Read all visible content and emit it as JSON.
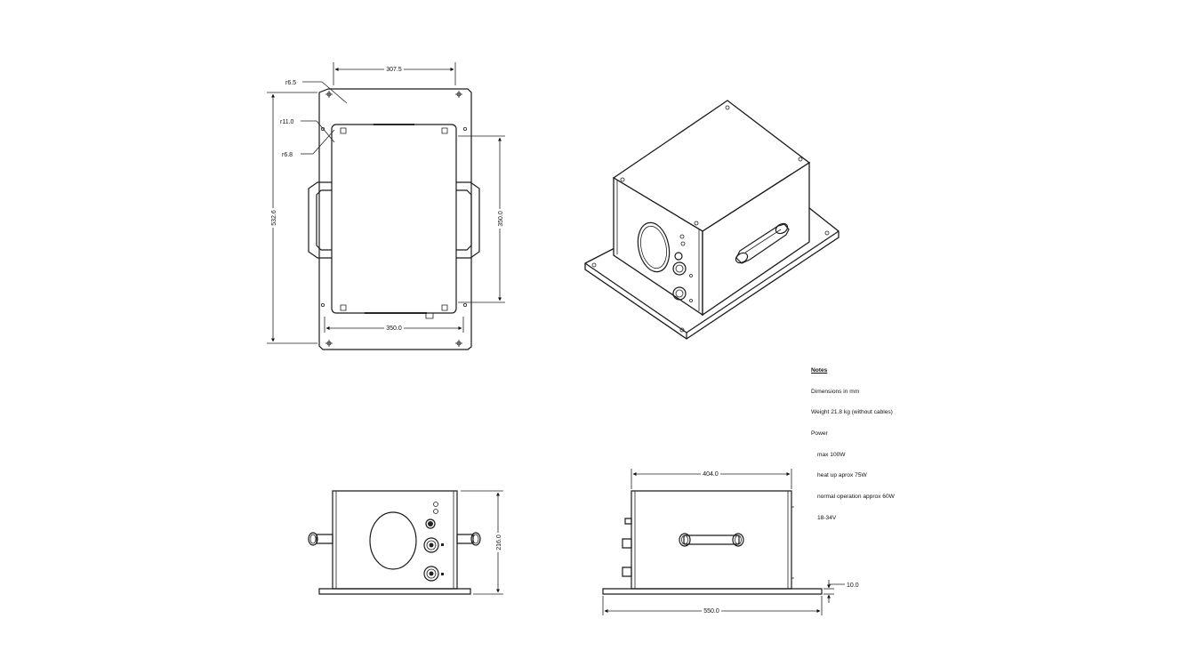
{
  "top_view": {
    "dim_width_top": "307.5",
    "dim_height_left": "532.6",
    "dim_height_right": "350.0",
    "dim_width_bottom": "350.0",
    "radius_1": "r6.5",
    "radius_2": "r11.0",
    "radius_3": "r6.8"
  },
  "front_view": {
    "dim_height": "216.0"
  },
  "side_view": {
    "dim_top": "404.0",
    "dim_bottom": "550.0",
    "dim_plate": "10.0"
  },
  "notes": {
    "title": "Notes",
    "dimensions": "Dimensions in mm",
    "weight": "Weight 21.8 kg (without cables)",
    "power_heading": "Power",
    "power_max": "max 100W",
    "power_heatup": "heat up aprox 75W",
    "power_normal": "normal operation approx 60W",
    "power_voltage": "18-34V"
  }
}
